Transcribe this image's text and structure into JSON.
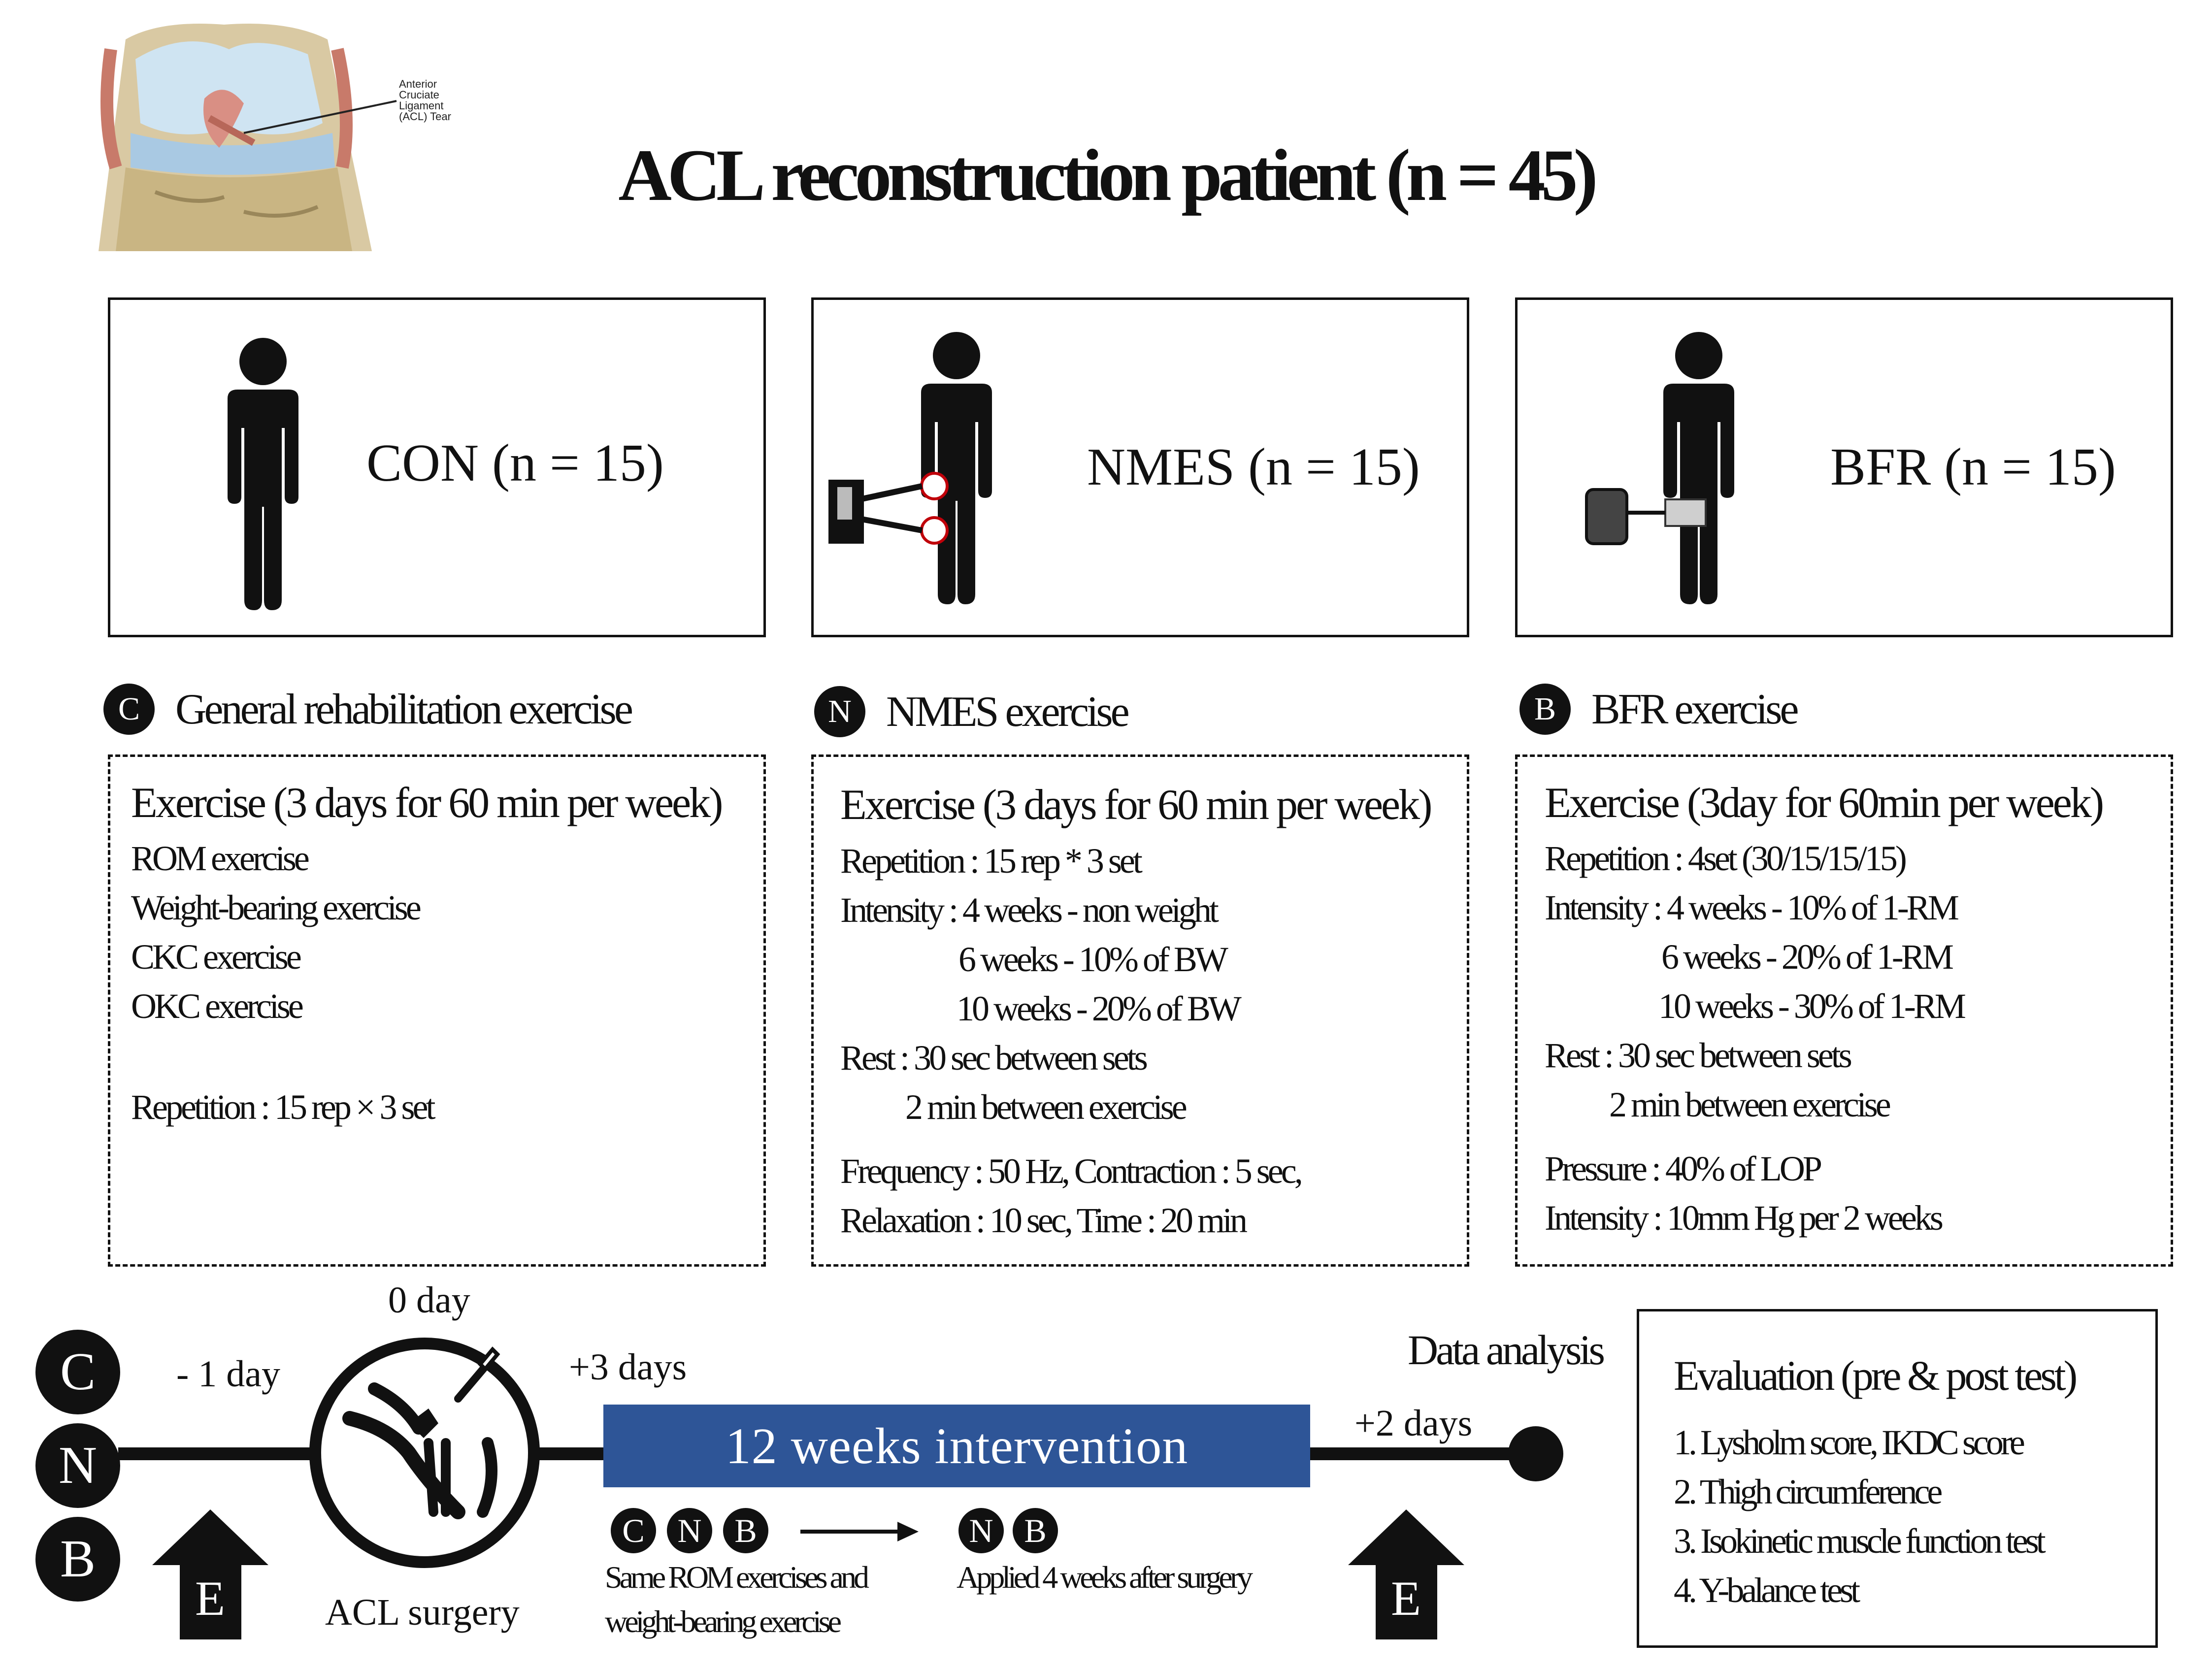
{
  "illustration": {
    "label_lines": [
      "Anterior",
      "Cruciate",
      "Ligament",
      "(ACL) Tear"
    ]
  },
  "title": "ACL reconstruction patient (n = 45)",
  "groups": [
    {
      "label": "CON (n = 15)"
    },
    {
      "label": "NMES (n = 15)"
    },
    {
      "label": "BFR (n = 15)"
    }
  ],
  "exercises": [
    {
      "badge": "C",
      "title": "General rehabilitation exercise",
      "lines": [
        "Exercise (3 days for 60 min per week)",
        "ROM exercise",
        "Weight-bearing exercise",
        "CKC exercise",
        "OKC exercise",
        "Repetition : 15 rep × 3 set"
      ]
    },
    {
      "badge": "N",
      "title": "NMES exercise",
      "lines": [
        "Exercise (3 days for 60 min per week)",
        "Repetition : 15 rep * 3 set",
        "Intensity : 4 weeks - non weight",
        "6 weeks - 10% of BW",
        "10 weeks - 20% of BW",
        "Rest : 30 sec between sets",
        "2 min between exercise",
        "Frequency : 50 Hz, Contraction : 5 sec,",
        "Relaxation : 10 sec, Time : 20 min"
      ]
    },
    {
      "badge": "B",
      "title": "BFR exercise",
      "lines": [
        "Exercise (3day for 60min per week)",
        "Repetition : 4set (30/15/15/15)",
        "Intensity : 4 weeks - 10% of 1-RM",
        "6 weeks - 20% of 1-RM",
        "10 weeks - 30% of 1-RM",
        "Rest : 30 sec between sets",
        "2 min between exercise",
        "Pressure : 40% of LOP",
        "Intensity : 10mm Hg per 2 weeks"
      ]
    }
  ],
  "timeline": {
    "side_badges": [
      "C",
      "N",
      "B"
    ],
    "minus_1_day": "- 1 day",
    "zero_day": "0 day",
    "plus_3_days": "+3 days",
    "intervention": "12 weeks intervention",
    "plus_2_days": "+2 days",
    "data_analysis": "Data analysis",
    "surgery_label": "ACL surgery",
    "eval_arrow_letter": "E",
    "note1_badges": [
      "C",
      "N",
      "B"
    ],
    "note1_lines": [
      "Same ROM exercises and",
      "weight-bearing exercise"
    ],
    "note2_badges": [
      "N",
      "B"
    ],
    "note2": "Applied 4 weeks after surgery"
  },
  "evaluation": {
    "title": "Evaluation (pre & post test)",
    "items": [
      "1. Lysholm score, IKDC score",
      "2. Thigh circumference",
      "3. Isokinetic muscle function test",
      "4. Y-balance test"
    ]
  }
}
